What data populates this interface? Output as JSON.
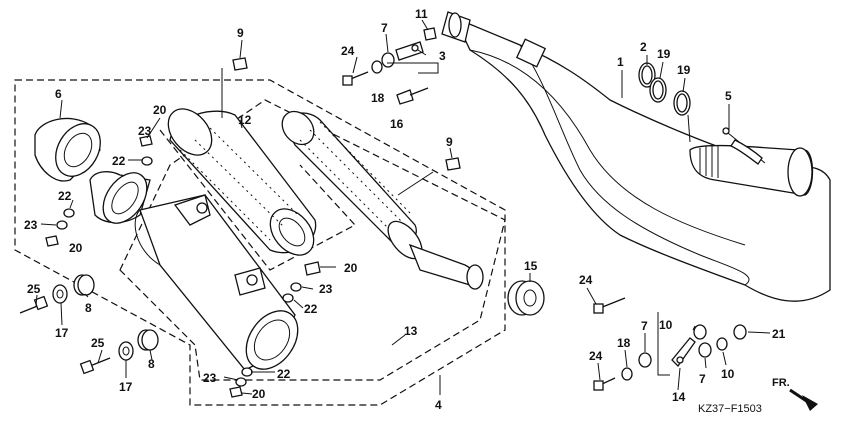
{
  "figure_code": "KZ37−F1503",
  "direction_label": "FR.",
  "callouts": {
    "c1": "1",
    "c2": "2",
    "c3": "3",
    "c4": "4",
    "c5": "5",
    "c6": "6",
    "c7a": "7",
    "c7b": "7",
    "c7c": "7",
    "c8a": "8",
    "c8b": "8",
    "c9a": "9",
    "c9b": "9",
    "c10a": "10",
    "c10b": "10",
    "c11": "11",
    "c12": "12",
    "c13": "13",
    "c14": "14",
    "c15": "15",
    "c16": "16",
    "c17a": "17",
    "c17b": "17",
    "c18a": "18",
    "c18b": "18",
    "c19a": "19",
    "c19b": "19",
    "c20a": "20",
    "c20b": "20",
    "c20c": "20",
    "c20d": "20",
    "c21": "21",
    "c22a": "22",
    "c22b": "22",
    "c22c": "22",
    "c22d": "22",
    "c23a": "23",
    "c23b": "23",
    "c23c": "23",
    "c23d": "23",
    "c24a": "24",
    "c24b": "24",
    "c24c": "24",
    "c25a": "25",
    "c25b": "25"
  }
}
